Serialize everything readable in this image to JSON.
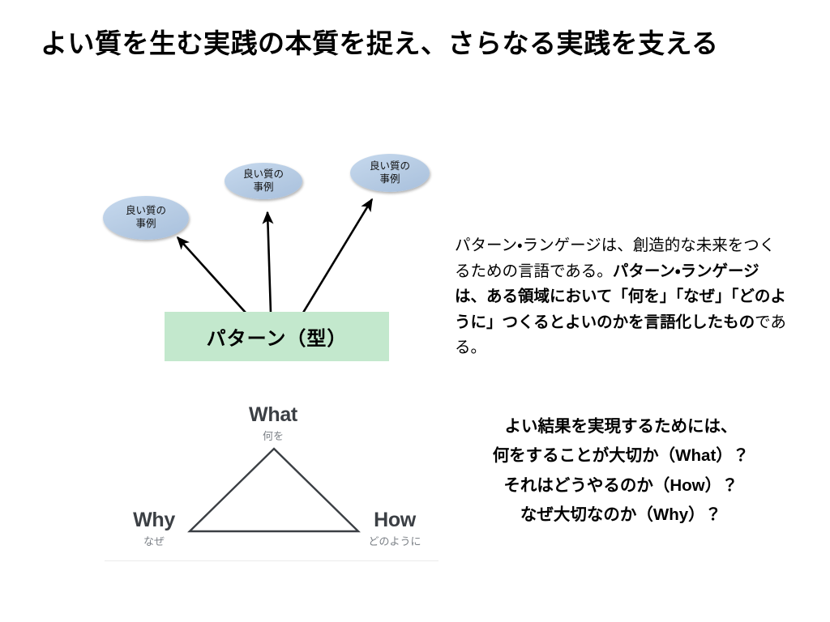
{
  "slide": {
    "title": "よい質を生む実践の本質を捉え、さらなる実践を支える",
    "background_color": "#ffffff"
  },
  "diagram": {
    "pattern_box": {
      "label": "パターン（型）",
      "fill_color": "#c3e8cd",
      "text_color": "#000000"
    },
    "example_nodes": [
      {
        "line1": "良い質の",
        "line2": "事例",
        "fill_color": "#b8cce4"
      },
      {
        "line1": "良い質の",
        "line2": "事例",
        "fill_color": "#b8cce4"
      },
      {
        "line1": "良い質の",
        "line2": "事例",
        "fill_color": "#b8cce4"
      }
    ],
    "arrows": {
      "count": 3,
      "color": "#000000",
      "description": "パターン（型）から3つの良い質の事例へ向かう矢印"
    }
  },
  "paragraph": {
    "part_regular_1": "パターン・ランゲージは、創造的な未来をつくるための言語である。",
    "part_bold": "パターン・ランゲージは、ある領域において「何を」「なぜ」「どのように」つくるとよいのかを言語化したもの",
    "part_regular_2": "である。"
  },
  "triangle": {
    "vertices": [
      {
        "en": "What",
        "ja": "何を",
        "position": "apex"
      },
      {
        "en": "Why",
        "ja": "なぜ",
        "position": "bottom-left"
      },
      {
        "en": "How",
        "ja": "どのように",
        "position": "bottom-right"
      }
    ],
    "stroke_color": "#3b3f44",
    "label_color": "#3b3f44",
    "sublabel_color": "#7c8187"
  },
  "question_block": {
    "lines": [
      "よい結果を実現するためには、",
      "何をすることが大切か（What）？",
      "それはどうやるのか（How）？",
      "なぜ大切なのか（Why）？"
    ]
  }
}
